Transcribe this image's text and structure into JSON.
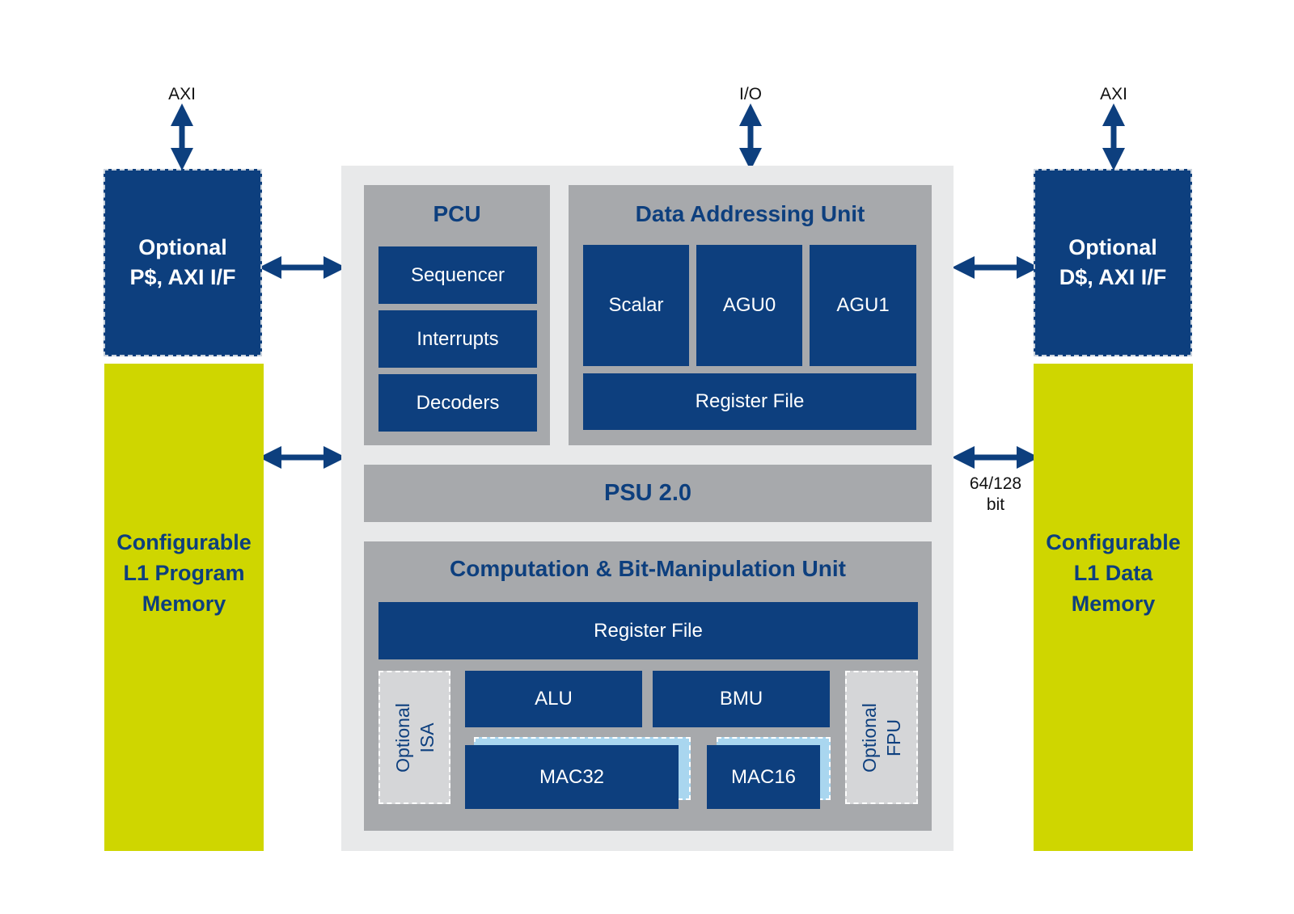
{
  "external": {
    "left_bus": "AXI",
    "center_bus": "I/O",
    "right_bus": "AXI",
    "data_width": "64/128\nbit"
  },
  "left_cache": {
    "line1": "Optional",
    "line2": "P$, AXI I/F"
  },
  "right_cache": {
    "line1": "Optional",
    "line2": "D$, AXI I/F"
  },
  "left_memory": {
    "line1": "Configurable",
    "line2": "L1 Program",
    "line3": "Memory"
  },
  "right_memory": {
    "line1": "Configurable",
    "line2": "L1 Data",
    "line3": "Memory"
  },
  "pcu": {
    "title": "PCU",
    "items": [
      "Sequencer",
      "Interrupts",
      "Decoders"
    ]
  },
  "dau": {
    "title": "Data Addressing Unit",
    "units": [
      "Scalar",
      "AGU0",
      "AGU1"
    ],
    "register_file": "Register File"
  },
  "psu": {
    "title": "PSU 2.0"
  },
  "cbmu": {
    "title": "Computation & Bit-Manipulation Unit",
    "register_file": "Register File",
    "alu": "ALU",
    "bmu": "BMU",
    "mac32": "MAC32",
    "mac16": "MAC16",
    "optional_isa": {
      "line1": "Optional",
      "line2": "ISA"
    },
    "optional_fpu": {
      "line1": "Optional",
      "line2": "FPU"
    }
  },
  "colors": {
    "navy": "#0d3f7e",
    "lime": "#cfd600",
    "gray": "#a7a9ac",
    "light_gray": "#e8e9ea",
    "light_blue": "#a9d6ef"
  }
}
